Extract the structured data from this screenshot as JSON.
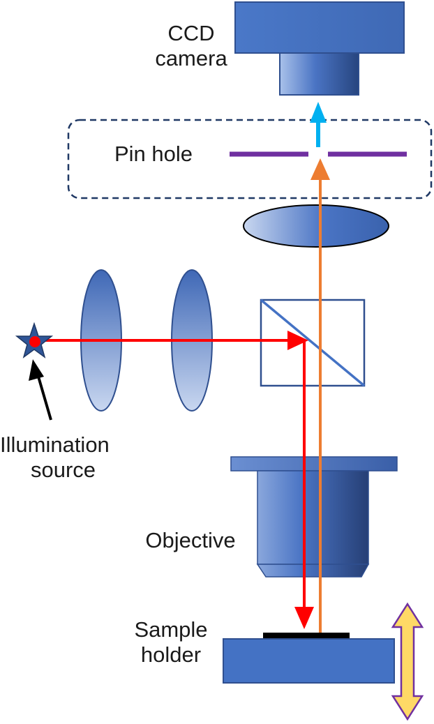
{
  "labels": {
    "ccd_camera_line1": "CCD",
    "ccd_camera_line2": "camera",
    "pin_hole": "Pin hole",
    "illumination_line1": "Illumination",
    "illumination_line2": "source",
    "objective": "Objective",
    "sample_line1": "Sample",
    "sample_line2": "holder"
  },
  "colors": {
    "component_blue": "#4472c4",
    "component_dark": "#2f4f8f",
    "outline_navy": "#1f3864",
    "illumination_beam": "#ff0000",
    "emission_beam": "#ed7d31",
    "transmitted_beam": "#00b0f0",
    "pinhole_plate": "#7030a0",
    "stage_arrow_fill": "#ffd966",
    "stage_arrow_outline": "#7030a0",
    "source_star": "#2f5597",
    "source_dot": "#ff0000"
  }
}
